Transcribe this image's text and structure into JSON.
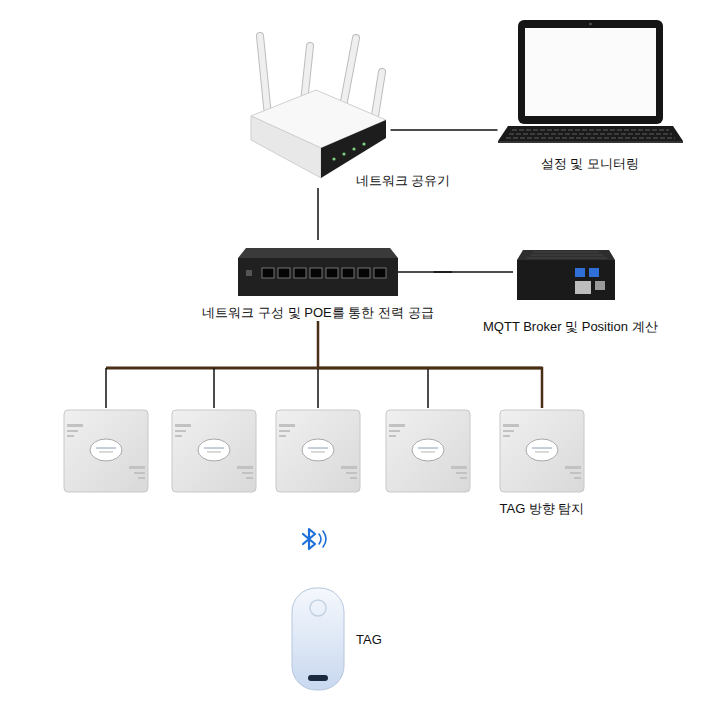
{
  "diagram": {
    "nodes": [
      {
        "text": [
          "네트워크 공유기"
        ]
      },
      {
        "text": [
          "설정 및 모니터링"
        ]
      },
      {
        "text": [
          "네트워크 구성 및 POE를 통한 전력 공급"
        ]
      },
      {
        "text": [
          "MQTT Broker 및 Position 계산"
        ]
      },
      {
        "text": [
          "TAG 방향 탐지"
        ]
      },
      {
        "text": [
          "TAG"
        ]
      }
    ],
    "edges": [
      {
        "from": 0,
        "to": 1,
        "arrow": "none"
      },
      {
        "from": 0,
        "to": 2,
        "arrow": "none"
      },
      {
        "from": 2,
        "to": 3,
        "arrow": "none"
      },
      {
        "from": 2,
        "to": 4,
        "arrow": "none"
      }
    ]
  }
}
